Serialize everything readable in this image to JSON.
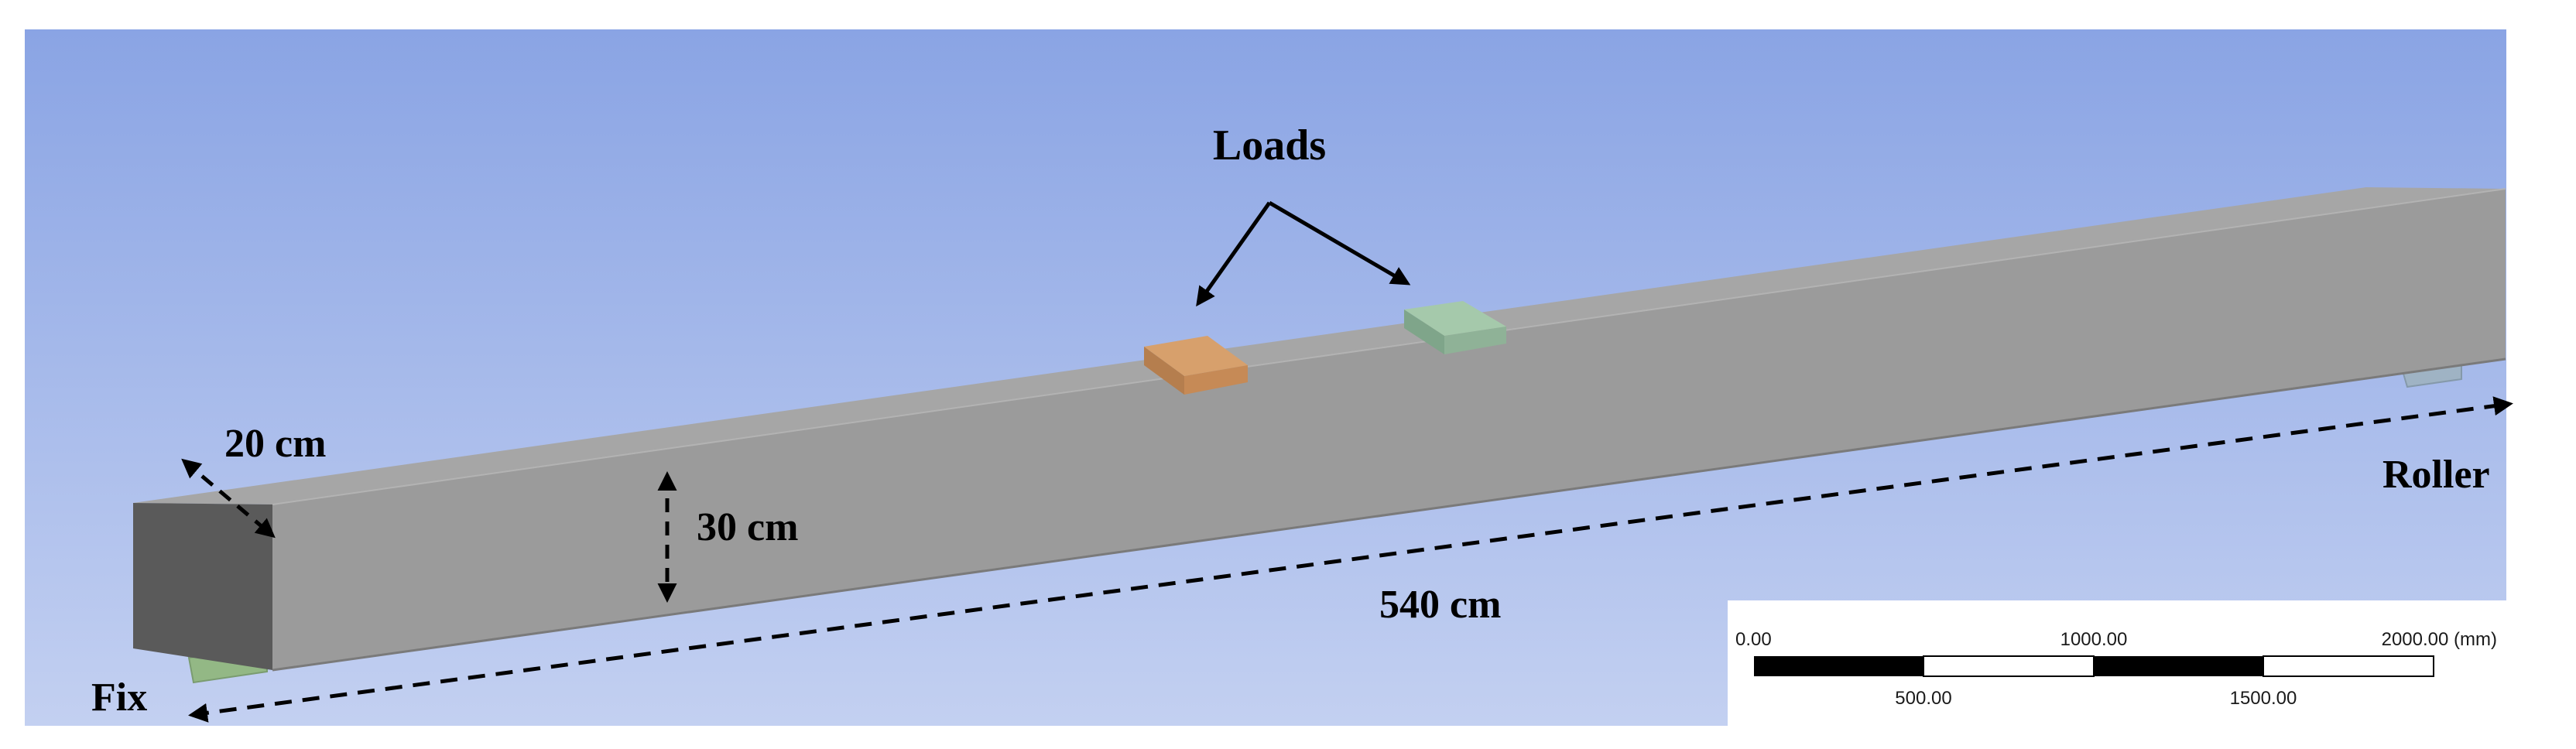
{
  "labels": {
    "loads": "Loads",
    "width": "20 cm",
    "height": "30 cm",
    "length": "540 cm",
    "fix": "Fix",
    "roller": "Roller"
  },
  "scale_bar": {
    "top_ticks": [
      "0.00",
      "1000.00",
      "2000.00 (mm)"
    ],
    "bottom_ticks": [
      "500.00",
      "1500.00"
    ]
  },
  "colors": {
    "background_top": "#8aa4e4",
    "background_bottom": "#c3d0f1",
    "beam_front": "#9a9a9a",
    "beam_top": "#a6a6a6",
    "beam_end": "#585858",
    "load_orange": "#d19a68",
    "load_green": "#9fc4a6",
    "support_fix": "#93b885",
    "support_roller": "#9fb3c4"
  }
}
